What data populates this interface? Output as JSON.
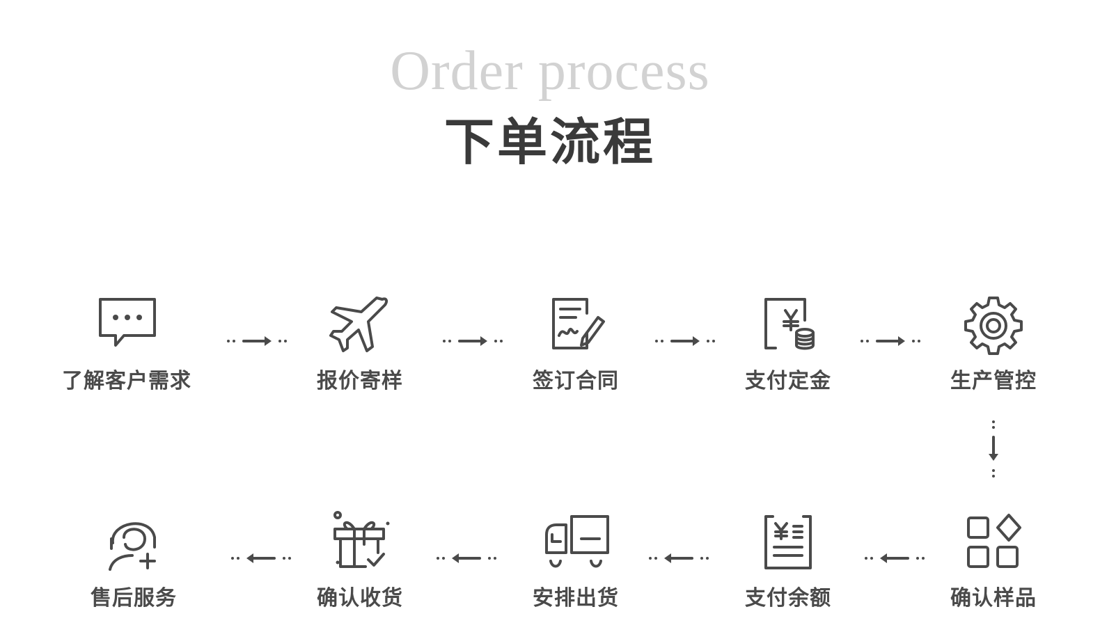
{
  "header": {
    "title_en": "Order process",
    "title_zh": "下单流程"
  },
  "steps": [
    {
      "label": "了解客户需求",
      "icon": "chat-bubble-icon"
    },
    {
      "label": "报价寄样",
      "icon": "airplane-icon"
    },
    {
      "label": "签订合同",
      "icon": "contract-sign-icon"
    },
    {
      "label": "支付定金",
      "icon": "deposit-yen-icon"
    },
    {
      "label": "生产管控",
      "icon": "gear-icon"
    },
    {
      "label": "确认样品",
      "icon": "sample-grid-icon"
    },
    {
      "label": "支付余额",
      "icon": "invoice-yen-icon"
    },
    {
      "label": "安排出货",
      "icon": "truck-icon"
    },
    {
      "label": "确认收货",
      "icon": "gift-box-icon"
    },
    {
      "label": "售后服务",
      "icon": "customer-service-icon"
    }
  ],
  "colors": {
    "icon": "#4a4a4a",
    "title_en": "#d2d2d2",
    "title_zh": "#3a3a3a"
  }
}
